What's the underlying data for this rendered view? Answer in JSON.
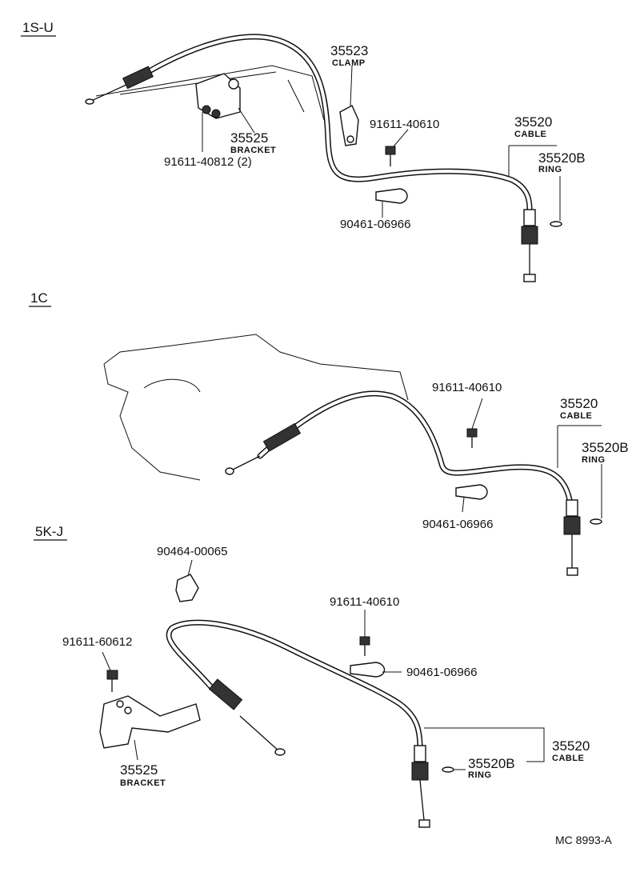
{
  "sections": [
    {
      "label": "1S-U"
    },
    {
      "label": "1C"
    },
    {
      "label": "5K-J"
    }
  ],
  "labels": {
    "s1_35523": "35523",
    "s1_clamp": "CLAMP",
    "s1_35525": "35525",
    "s1_bracket": "BRACKET",
    "s1_91611_40812": "91611-40812 (2)",
    "s1_91611_40610": "91611-40610",
    "s1_35520": "35520",
    "s1_cable": "CABLE",
    "s1_35520b": "35520B",
    "s1_ring": "RING",
    "s1_90461": "90461-06966",
    "s2_91611_40610": "91611-40610",
    "s2_35520": "35520",
    "s2_cable": "CABLE",
    "s2_35520b": "35520B",
    "s2_ring": "RING",
    "s2_90461": "90461-06966",
    "s3_90464": "90464-00065",
    "s3_91611_40610": "91611-40610",
    "s3_91611_60612": "91611-60612",
    "s3_90461": "90461-06966",
    "s3_35525": "35525",
    "s3_bracket": "BRACKET",
    "s3_35520": "35520",
    "s3_cable": "CABLE",
    "s3_35520b": "35520B",
    "s3_ring": "RING"
  },
  "reference": "MC  8993-A"
}
